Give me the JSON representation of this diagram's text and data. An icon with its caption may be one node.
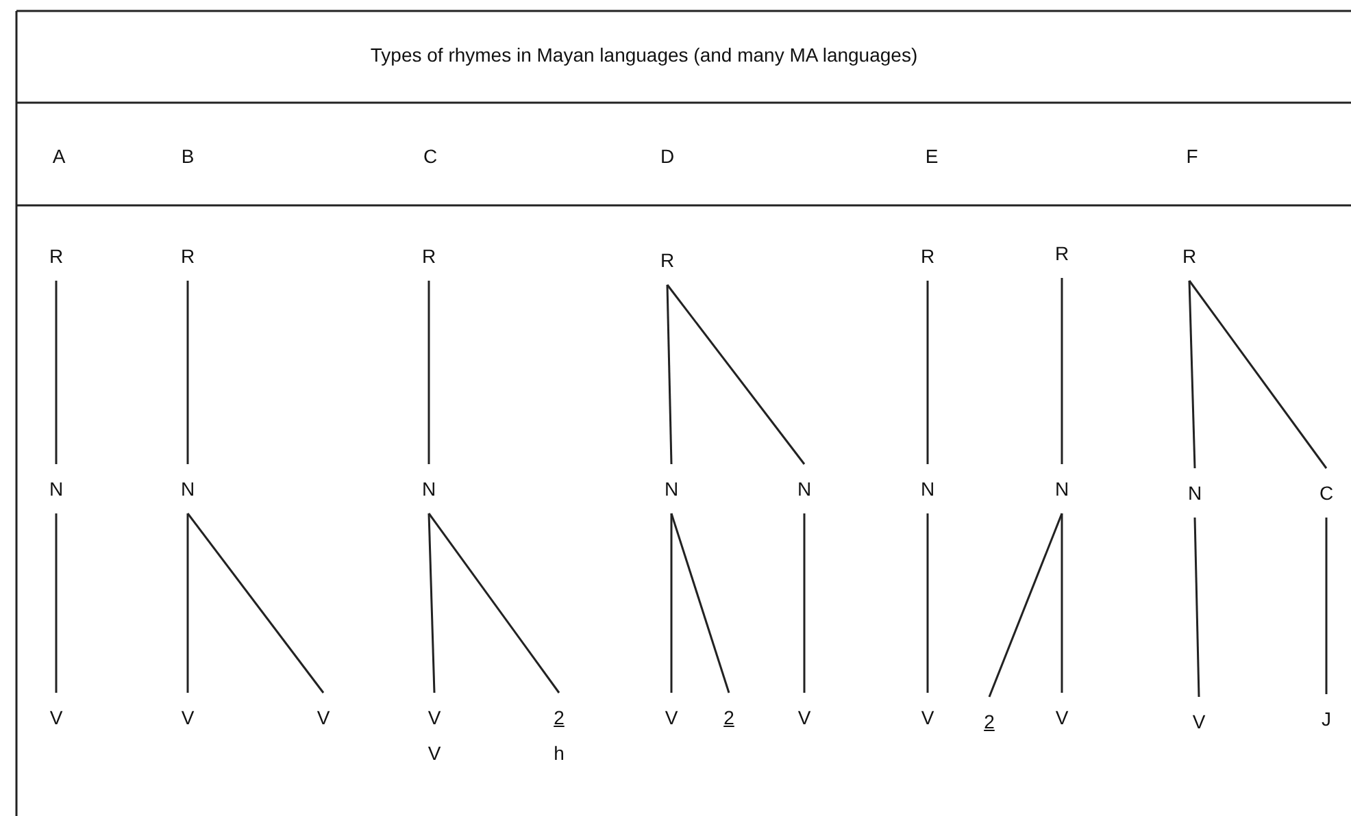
{
  "diagram": {
    "title": "Types of rhymes in Mayan languages (and many MA languages)",
    "labels": [
      "A",
      "B",
      "C",
      "D",
      "E",
      "F"
    ],
    "nodes": [
      {
        "text": [
          "R"
        ]
      },
      {
        "text": [
          "N"
        ]
      },
      {
        "text": [
          "V"
        ]
      },
      {
        "text": [
          "R"
        ]
      },
      {
        "text": [
          "N"
        ]
      },
      {
        "text": [
          "V"
        ]
      },
      {
        "text": [
          "V"
        ]
      },
      {
        "text": [
          "R"
        ]
      },
      {
        "text": [
          "N"
        ]
      },
      {
        "text": [
          "V",
          "V"
        ]
      },
      {
        "text": [
          "2",
          "h"
        ]
      },
      {
        "text": [
          "R"
        ]
      },
      {
        "text": [
          "N"
        ]
      },
      {
        "text": [
          "N"
        ]
      },
      {
        "text": [
          "V"
        ]
      },
      {
        "text": [
          "2"
        ]
      },
      {
        "text": [
          "V"
        ]
      },
      {
        "text": [
          "R"
        ]
      },
      {
        "text": [
          "N"
        ]
      },
      {
        "text": [
          "V"
        ]
      },
      {
        "text": [
          "R"
        ]
      },
      {
        "text": [
          "N"
        ]
      },
      {
        "text": [
          "2"
        ]
      },
      {
        "text": [
          "V"
        ]
      },
      {
        "text": [
          "R"
        ]
      },
      {
        "text": [
          "N"
        ]
      },
      {
        "text": [
          "C"
        ]
      },
      {
        "text": [
          "V"
        ]
      },
      {
        "text": [
          "J"
        ]
      }
    ],
    "edges": [
      {
        "from": 0,
        "to": 1,
        "arrow": "none"
      },
      {
        "from": 1,
        "to": 2,
        "arrow": "none"
      },
      {
        "from": 3,
        "to": 4,
        "arrow": "none"
      },
      {
        "from": 4,
        "to": 5,
        "arrow": "none"
      },
      {
        "from": 4,
        "to": 6,
        "arrow": "none"
      },
      {
        "from": 7,
        "to": 8,
        "arrow": "none"
      },
      {
        "from": 8,
        "to": 9,
        "arrow": "none"
      },
      {
        "from": 8,
        "to": 10,
        "arrow": "none"
      },
      {
        "from": 11,
        "to": 12,
        "arrow": "none"
      },
      {
        "from": 11,
        "to": 13,
        "arrow": "none"
      },
      {
        "from": 12,
        "to": 14,
        "arrow": "none"
      },
      {
        "from": 12,
        "to": 15,
        "arrow": "none"
      },
      {
        "from": 13,
        "to": 16,
        "arrow": "none"
      },
      {
        "from": 17,
        "to": 18,
        "arrow": "none"
      },
      {
        "from": 18,
        "to": 19,
        "arrow": "none"
      },
      {
        "from": 20,
        "to": 21,
        "arrow": "none"
      },
      {
        "from": 21,
        "to": 22,
        "arrow": "none"
      },
      {
        "from": 21,
        "to": 23,
        "arrow": "none"
      },
      {
        "from": 24,
        "to": 25,
        "arrow": "none"
      },
      {
        "from": 24,
        "to": 26,
        "arrow": "none"
      },
      {
        "from": 25,
        "to": 27,
        "arrow": "none"
      },
      {
        "from": 26,
        "to": 28,
        "arrow": "none"
      }
    ]
  }
}
